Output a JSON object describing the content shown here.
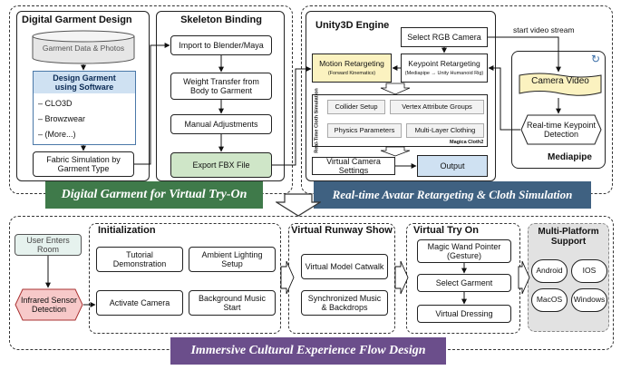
{
  "colors": {
    "green_banner": "#3f7a4a",
    "blue_banner": "#3f6181",
    "purple_banner": "#6b4e8b",
    "light_blue": "#cfe1f2",
    "light_green": "#cfe6c8",
    "yellow": "#fbf2c0",
    "pink": "#f7c9c9",
    "gray_panel": "#e2e2e2",
    "teal_box": "#e6f2ee"
  },
  "garment": {
    "title": "Digital Garment Design",
    "data_label": "Garment Data & Photos",
    "software_title": "Design Garment using Software",
    "software_items": [
      "CLO3D",
      "Browzwear",
      "(More...)"
    ],
    "fabric_sim": "Fabric Simulation by Garment Type"
  },
  "skeleton": {
    "title": "Skeleton Binding",
    "steps": [
      "Import to Blender/Maya",
      "Weight Transfer from Body to Garment",
      "Manual Adjustments",
      "Export FBX File"
    ]
  },
  "unity": {
    "title": "Unity3D Engine",
    "select_camera": "Select RGB Camera",
    "motion_title": "Motion Retargeting",
    "motion_sub": "(Forward Kinematics)",
    "keypoint_title": "Keypoint Retargeting",
    "keypoint_sub": "(Mediapipe → Unity Humanoid Rig)",
    "cloth_label": "Real-Time Cloth Simulation",
    "cloth_items": [
      "Collider Setup",
      "Vertex Attribute Groups",
      "Physics Parameters",
      "Multi-Layer Clothing"
    ],
    "magica": "Magica Cloth2",
    "virtual_camera": "Virtual Camera Settings",
    "output": "Output"
  },
  "mediapipe": {
    "stream_label": "start video stream",
    "camera_video": "Camera Video",
    "keypoint_detection": "Real-time Keypoint Detection",
    "label": "Mediapipe"
  },
  "banners": {
    "garment": "Digital Garment for Virtual Try-On",
    "avatar": "Real-time Avatar Retargeting & Cloth Simulation",
    "flow": "Immersive Cultural Experience Flow Design"
  },
  "flow": {
    "user_enters": "User Enters Room",
    "infrared": "Infrared Sensor Detection",
    "init_title": "Initialization",
    "init_items": [
      "Tutorial Demonstration",
      "Ambient Lighting Setup",
      "Activate Camera",
      "Background Music Start"
    ],
    "runway_title": "Virtual Runway Show",
    "runway_items": [
      "Virtual Model Catwalk",
      "Synchronized Music & Backdrops"
    ],
    "tryon_title": "Virtual Try On",
    "tryon_items": [
      "Magic Wand Pointer (Gesture)",
      "Select Garment",
      "Virtual Dressing"
    ],
    "platform_title": "Multi-Platform Support",
    "platforms": [
      "Android",
      "IOS",
      "MacOS",
      "Windows"
    ]
  }
}
